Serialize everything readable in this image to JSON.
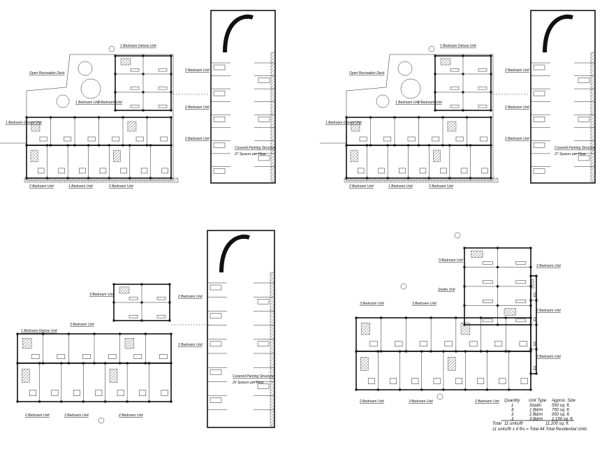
{
  "drawing": {
    "plans": [
      {
        "id": "plan-1",
        "labels": {
          "deck": "Open Recreation Deck",
          "top_unit": "1 Bedroom Deluxe Unit",
          "left_unit": "1 Bedroom Deluxe Unit",
          "mid_unit_a": "1 Bedroom Unit",
          "mid_unit_b": "1 Bedroom Unit",
          "right_unit_a": "2 Bedroom Unit",
          "right_unit_b": "2 Bedroom Unit",
          "right_unit_c": "2 Bedroom Unit",
          "bottom_unit_a": "2 Bedroom Unit",
          "bottom_unit_b": "1 Bedroom Unit",
          "bottom_unit_c": "2 Bedroom Unit"
        },
        "parking": {
          "title": "Covered Parking Structure",
          "spaces": "27 Spaces per Floor"
        }
      },
      {
        "id": "plan-2",
        "labels": {
          "deck": "Open Recreation Deck",
          "top_unit": "1 Bedroom Deluxe Unit",
          "left_unit": "1 Bedroom Deluxe Unit",
          "mid_unit_a": "1 Bedroom Unit",
          "mid_unit_b": "1 Bedroom Unit",
          "right_unit_a": "2 Bedroom Unit",
          "right_unit_b": "2 Bedroom Unit",
          "right_unit_c": "2 Bedroom Unit",
          "bottom_unit_a": "2 Bedroom Unit",
          "bottom_unit_b": "1 Bedroom Unit",
          "bottom_unit_c": "2 Bedroom Unit"
        },
        "parking": {
          "title": "Covered Parking Structure",
          "spaces": "27 Spaces per Floor"
        }
      },
      {
        "id": "plan-3",
        "labels": {
          "top_unit": "3 Bedroom Unit",
          "left_unit": "1 Bedroom Deluxe Unit",
          "mid_unit_a": "3 Bedroom Unit",
          "right_unit_a": "2 Bedroom Unit",
          "right_unit_b": "2 Bedroom Unit",
          "bottom_unit_a": "2 Bedroom Unit",
          "bottom_unit_b": "3 Bedroom Unit",
          "bottom_unit_c": "2 Bedroom Unit"
        },
        "parking": {
          "title": "Covered Parking Structure",
          "spaces": "26 Spaces per Floor"
        }
      },
      {
        "id": "plan-4",
        "labels": {
          "top_unit": "3 Bedroom Unit",
          "studio": "Studio Unit",
          "left_unit": "3 Bedroom Unit",
          "mid_unit_a": "3 Bedroom Unit",
          "right_unit_a": "2 Bedroom Unit",
          "right_unit_b": "2 Bedroom Unit",
          "right_unit_c": "2 Bedroom Unit",
          "bottom_unit_a": "2 Bedroom Unit",
          "bottom_unit_b": "3 Bedroom Unit",
          "bottom_unit_c": "2 Bedroom Unit"
        }
      }
    ],
    "unit_table": {
      "headers": [
        "Quantity",
        "Unit Type",
        "Approx. Size"
      ],
      "rows": [
        [
          "1",
          "Studio",
          "550 sq. ft."
        ],
        [
          "4",
          "1 Bdrm",
          "750 sq. ft."
        ],
        [
          "3",
          "2 Bdrm",
          "950 sq. ft."
        ],
        [
          "3",
          "3 Bdrm",
          "1,150 sq. ft."
        ]
      ],
      "total": [
        "Total",
        "11 units/flr",
        "11,200 sq. ft."
      ],
      "summary": "11 units/flr x 4 flrs = Total 44 Total Residential Units"
    }
  }
}
